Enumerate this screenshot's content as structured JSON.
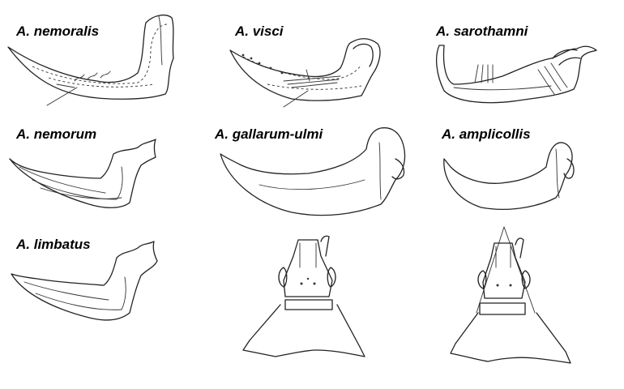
{
  "labels": {
    "nemoralis": "A. nemoralis",
    "visci": "A. visci",
    "sarothamni": "A. sarothamni",
    "nemorum": "A. nemorum",
    "gallarum_ulmi": "A. gallarum-ulmi",
    "amplicollis": "A. amplicollis",
    "limbatus": "A. limbatus"
  },
  "colors": {
    "ink": "#222222",
    "background": "#ffffff"
  }
}
